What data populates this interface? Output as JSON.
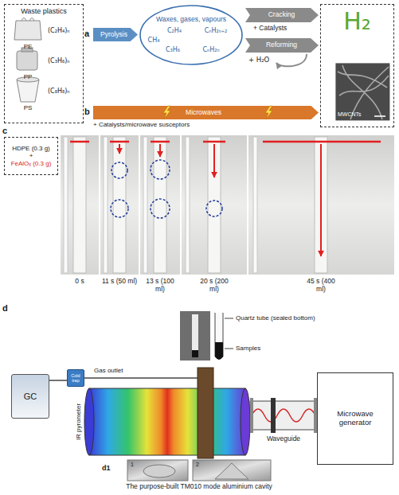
{
  "diagram": {
    "nodes": [
      {
        "text": [
          "Waste plastics"
        ]
      },
      {
        "text": [
          "Pyrolysis"
        ]
      },
      {
        "text": [
          "Waxes, gases, vapours",
          "C₂H₄",
          "CₙH₂ₙ₊₂",
          "CH₄",
          "C₃H₆",
          "CₙH₂ₙ"
        ]
      },
      {
        "text": [
          "Cracking"
        ]
      },
      {
        "text": [
          "Reforming"
        ]
      },
      {
        "text": [
          "H₂"
        ]
      },
      {
        "text": [
          "MWCNTs"
        ],
        "in": 5
      },
      {
        "text": [
          "Microwaves"
        ]
      },
      {
        "text": [
          "HDPE (0.3 g)",
          "+",
          "FeAlOₓ (0.3 g)"
        ]
      },
      {
        "text": [
          "GC"
        ]
      },
      {
        "text": [
          "Cold trap"
        ]
      },
      {
        "text": [
          "Microwave generator"
        ]
      }
    ],
    "edges": [
      {
        "from": 10,
        "to": 9,
        "arrow": "none"
      }
    ],
    "labels": [
      "a",
      "PE",
      "(C₂H₄)ₙ",
      "PP",
      "(C₃H₆)ₙ",
      "PS",
      "(C₈H₈)ₙ",
      "+ Catalysts",
      "+ H₂O",
      "b",
      "+ Catalysts/microwave susceptors",
      "c",
      "0 s",
      "11 s (50 ml)",
      "13 s (100 ml)",
      "20 s (200 ml)",
      "45 s (400 ml)",
      "d",
      "Quartz tube (sealed bottom)",
      "Samples",
      "Gas outlet",
      "IR pyrometer",
      "Waveguide",
      "d1",
      "1",
      "2",
      "The purpose-built TM010 mode aluminium cavity"
    ]
  }
}
